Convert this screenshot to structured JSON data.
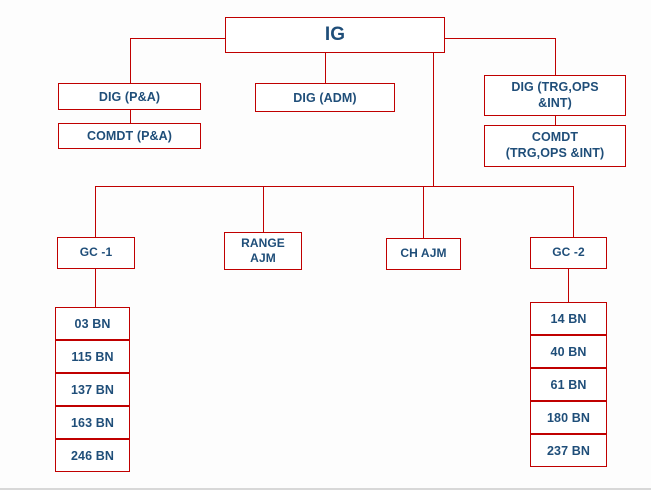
{
  "chart": {
    "title_node": {
      "label": "IG"
    },
    "colors": {
      "border": "#C00000",
      "text": "#1F4E79",
      "background": "#ffffff",
      "connector": "#C00000"
    },
    "level1": [
      {
        "id": "dig-pa",
        "label": "DIG (P&A)"
      },
      {
        "id": "dig-adm",
        "label": "DIG (ADM)"
      },
      {
        "id": "dig-trg",
        "line1": "DIG (TRG,OPS",
        "line2": "&INT)"
      }
    ],
    "level2": [
      {
        "id": "comdt-pa",
        "label": "COMDT (P&A)"
      },
      {
        "id": "comdt-trg",
        "line1": "COMDT",
        "line2": "(TRG,OPS &INT)"
      }
    ],
    "branches": [
      {
        "id": "gc-1",
        "label": "GC -1"
      },
      {
        "id": "range-ajm",
        "line1": "RANGE",
        "line2": "AJM"
      },
      {
        "id": "ch-ajm",
        "label": "CH AJM"
      },
      {
        "id": "gc-2",
        "label": "GC -2"
      }
    ],
    "gc1_units": [
      {
        "label": "03 BN"
      },
      {
        "label": "115 BN"
      },
      {
        "label": "137 BN"
      },
      {
        "label": "163 BN"
      },
      {
        "label": "246 BN"
      }
    ],
    "gc2_units": [
      {
        "label": "14 BN"
      },
      {
        "label": "40 BN"
      },
      {
        "label": "61 BN"
      },
      {
        "label": "180 BN"
      },
      {
        "label": "237 BN"
      }
    ]
  }
}
